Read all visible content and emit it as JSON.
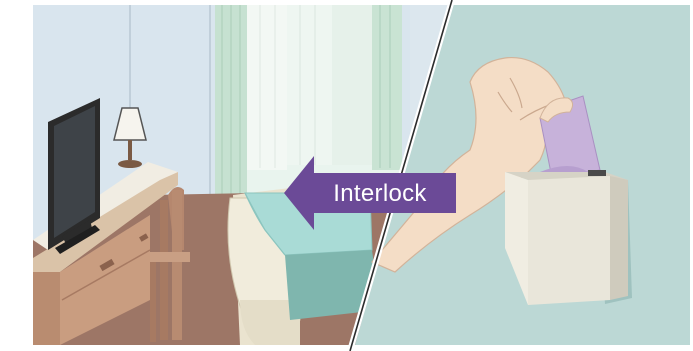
{
  "illustration": {
    "arrow_label": "Interlock"
  },
  "colors": {
    "room_wall": "#d7e4ee",
    "curtain": "#cfe6d8",
    "floor": "#9c7565",
    "desk": "#d7b59a",
    "bed_cover": "#a9dad6",
    "right_wall": "#bcd7d4",
    "card_holder": "#e8e5d9",
    "key_card": "#c6b1d9",
    "arrow": "#6a4896"
  },
  "icons": [
    "television",
    "table-lamp",
    "chair",
    "hand",
    "key-card",
    "card-holder",
    "arrow-left"
  ]
}
